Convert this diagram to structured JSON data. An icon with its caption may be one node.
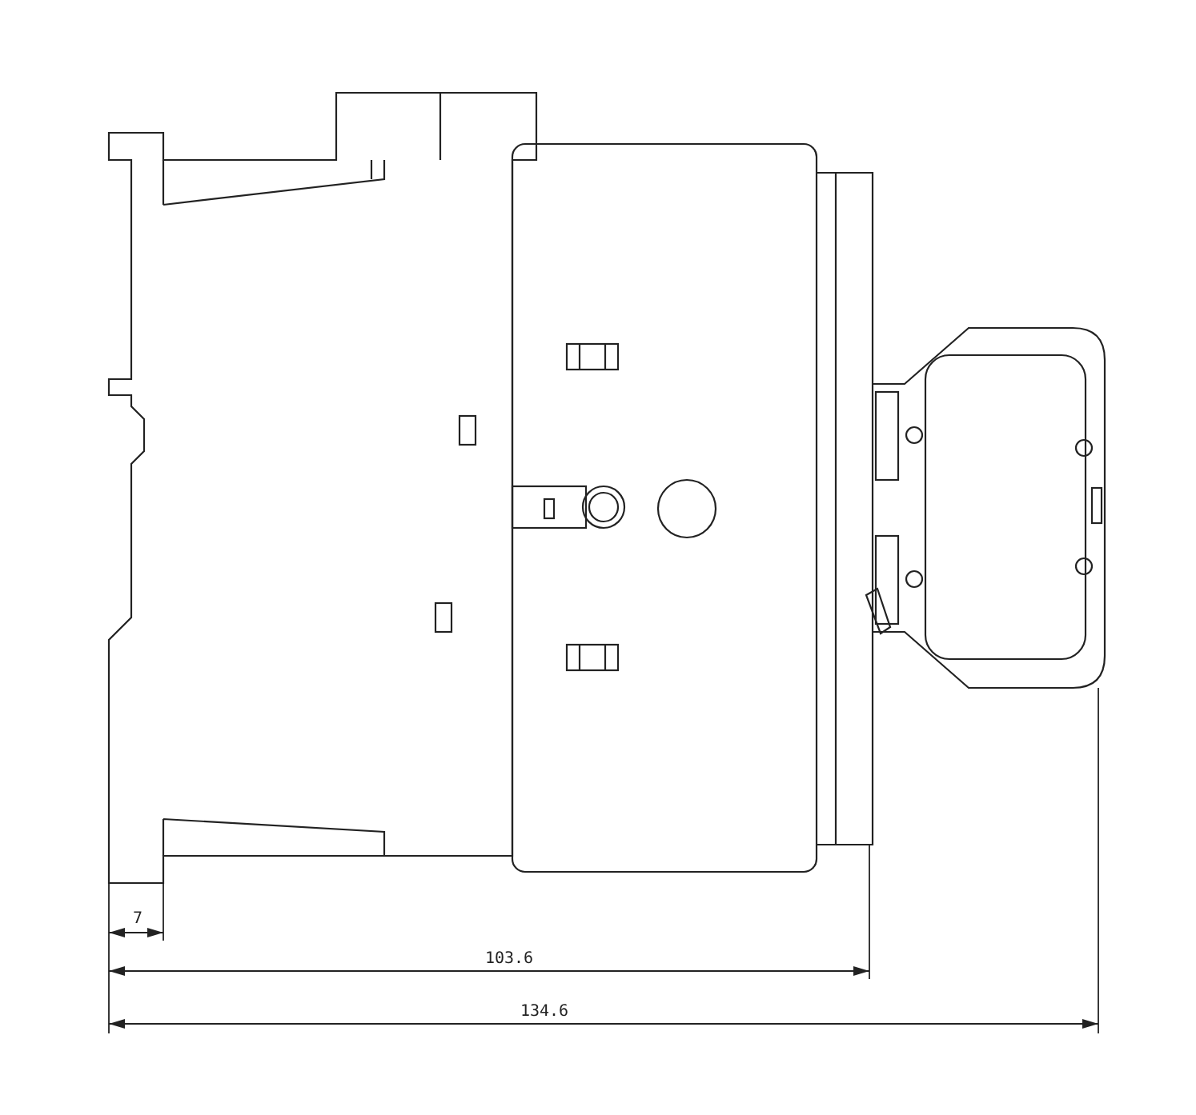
{
  "diagram": {
    "labels": [
      "7",
      "103.6",
      "134.6"
    ]
  }
}
